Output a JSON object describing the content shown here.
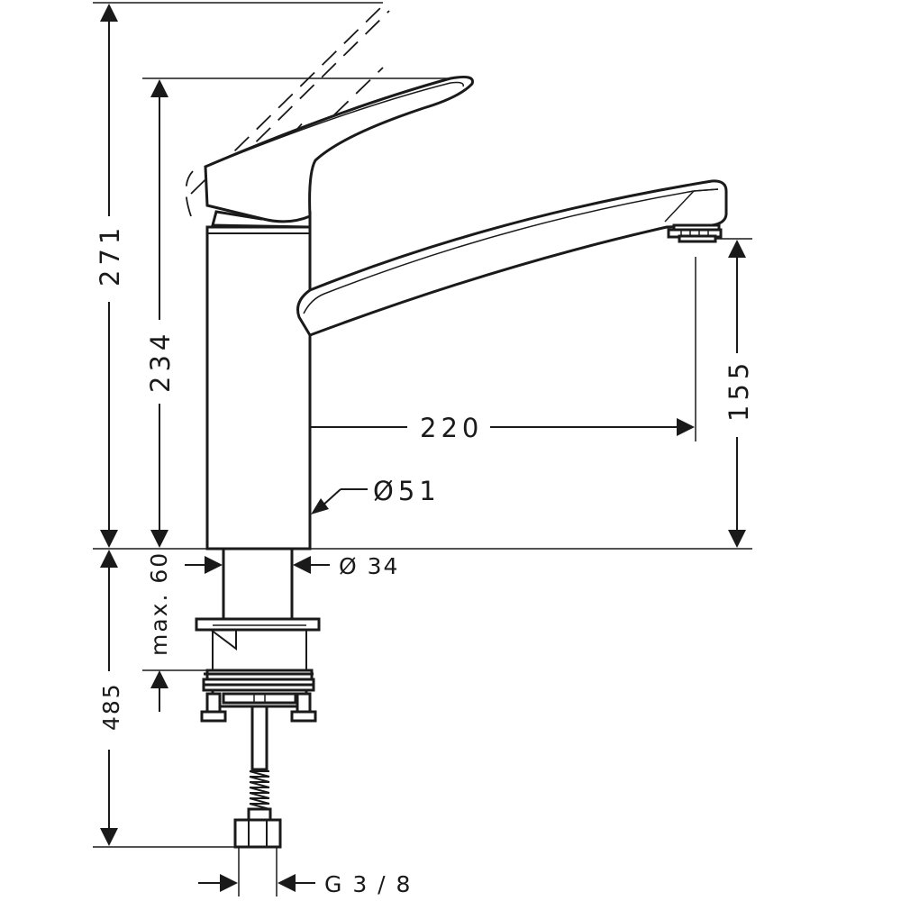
{
  "dimensions": {
    "total_height": "271",
    "spout_height": "234",
    "outlet_height": "155",
    "spout_reach": "220",
    "body_diameter": "Ø51",
    "shank_diameter": "Ø 34",
    "max_thickness": "max. 60",
    "hose_length": "485",
    "connection": "G 3 / 8"
  },
  "colors": {
    "line": "#1a1a1a",
    "background": "#ffffff"
  }
}
